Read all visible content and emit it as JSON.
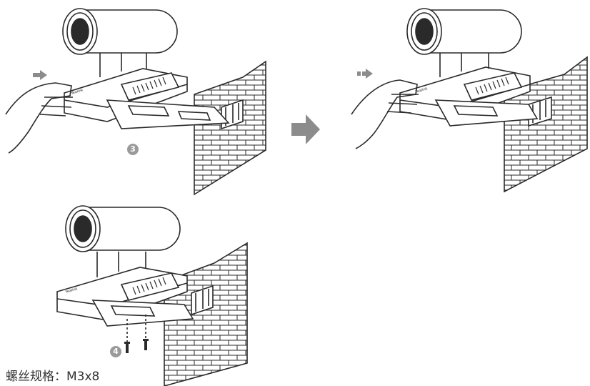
{
  "steps": [
    {
      "label": "3"
    },
    {
      "label": "4"
    }
  ],
  "screw_spec": "螺丝规格：M3x8",
  "brand_mark": "Yealink",
  "colors": {
    "line": "#2a2a2a",
    "arrow_gray": "#8c8c8c",
    "step_badge": "#9a9a9a"
  },
  "icons": [
    "push-arrow-icon",
    "next-step-arrow-icon",
    "screw-icon"
  ]
}
